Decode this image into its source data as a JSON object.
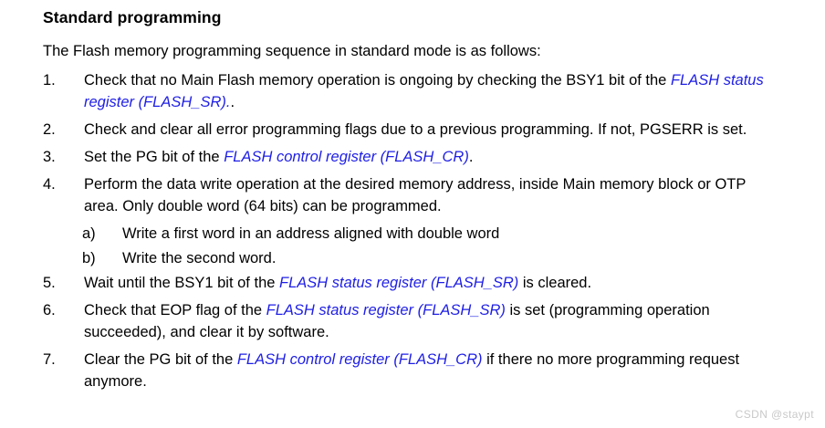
{
  "document": {
    "heading": "Standard programming",
    "intro": "The Flash memory programming sequence in standard mode is as follows:",
    "watermark": "CSDN @staypt",
    "link_color": "#1e1ee6",
    "text_color": "#000000",
    "background_color": "#ffffff"
  },
  "steps": [
    {
      "marker": "1.",
      "pre": "Check that no Main Flash memory operation is ongoing by checking the BSY1 bit of the ",
      "link": "FLASH status register (FLASH_SR).",
      "post": "."
    },
    {
      "marker": "2.",
      "pre": "Check and clear all error programming flags due to a previous programming. If not, PGSERR is set.",
      "link": "",
      "post": ""
    },
    {
      "marker": "3.",
      "pre": "Set the PG bit of the ",
      "link": "FLASH control register (FLASH_CR)",
      "post": "."
    },
    {
      "marker": "4.",
      "pre": "Perform the data write operation at the desired memory address, inside Main memory block or OTP area. Only double word (64 bits) can be programmed.",
      "link": "",
      "post": "",
      "substeps": [
        {
          "marker": "a)",
          "text": "Write a first word in an address aligned with double word"
        },
        {
          "marker": "b)",
          "text": "Write the second word."
        }
      ]
    },
    {
      "marker": "5.",
      "pre": "Wait until the BSY1 bit of the ",
      "link": "FLASH status register (FLASH_SR)",
      "post": " is cleared."
    },
    {
      "marker": "6.",
      "pre": "Check that EOP flag of the ",
      "link": "FLASH status register (FLASH_SR)",
      "post": " is set (programming operation succeeded), and clear it by software."
    },
    {
      "marker": "7.",
      "pre": "Clear the PG bit of the ",
      "link": "FLASH control register (FLASH_CR)",
      "post": " if there no more programming request anymore."
    }
  ]
}
